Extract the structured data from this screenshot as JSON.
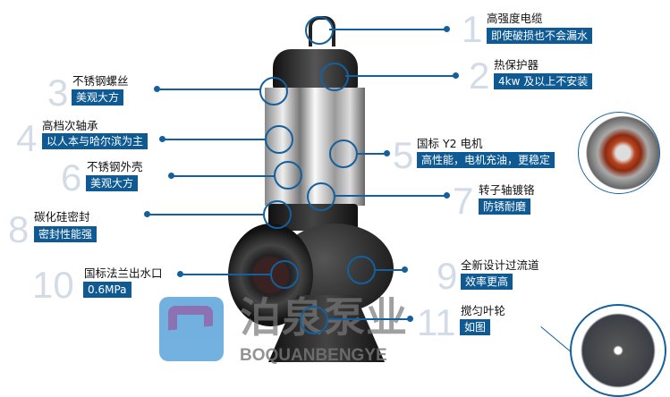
{
  "callouts": [
    {
      "num": "1",
      "title": "高强度电缆",
      "tag": "即使破损也不会漏水"
    },
    {
      "num": "2",
      "title": "热保护器",
      "tag": "4kw 及以上不安装"
    },
    {
      "num": "3",
      "title": "不锈钢螺丝",
      "tag": "美观大方"
    },
    {
      "num": "4",
      "title": "高档次轴承",
      "tag": "以人本与哈尔滨为主"
    },
    {
      "num": "5",
      "title": "国标 Y2 电机",
      "tag": "高性能，电机充油，更稳定"
    },
    {
      "num": "6",
      "title": "不锈钢外壳",
      "tag": "美观大方"
    },
    {
      "num": "7",
      "title": "转子轴镀铬",
      "tag": "防锈耐磨"
    },
    {
      "num": "8",
      "title": "碳化硅密封",
      "tag": "密封性能强"
    },
    {
      "num": "9",
      "title": "全新设计过流道",
      "tag": "效率更高"
    },
    {
      "num": "10",
      "title": "国标法兰出水口",
      "tag": "0.6MPa"
    },
    {
      "num": "11",
      "title": "搅匀叶轮",
      "tag": "如图"
    }
  ],
  "watermark": {
    "cn": "泊泉泵业",
    "en": "BOQUANBENGYE"
  },
  "colors": {
    "accent": "#0f5a93",
    "number": "#d3dce6"
  }
}
